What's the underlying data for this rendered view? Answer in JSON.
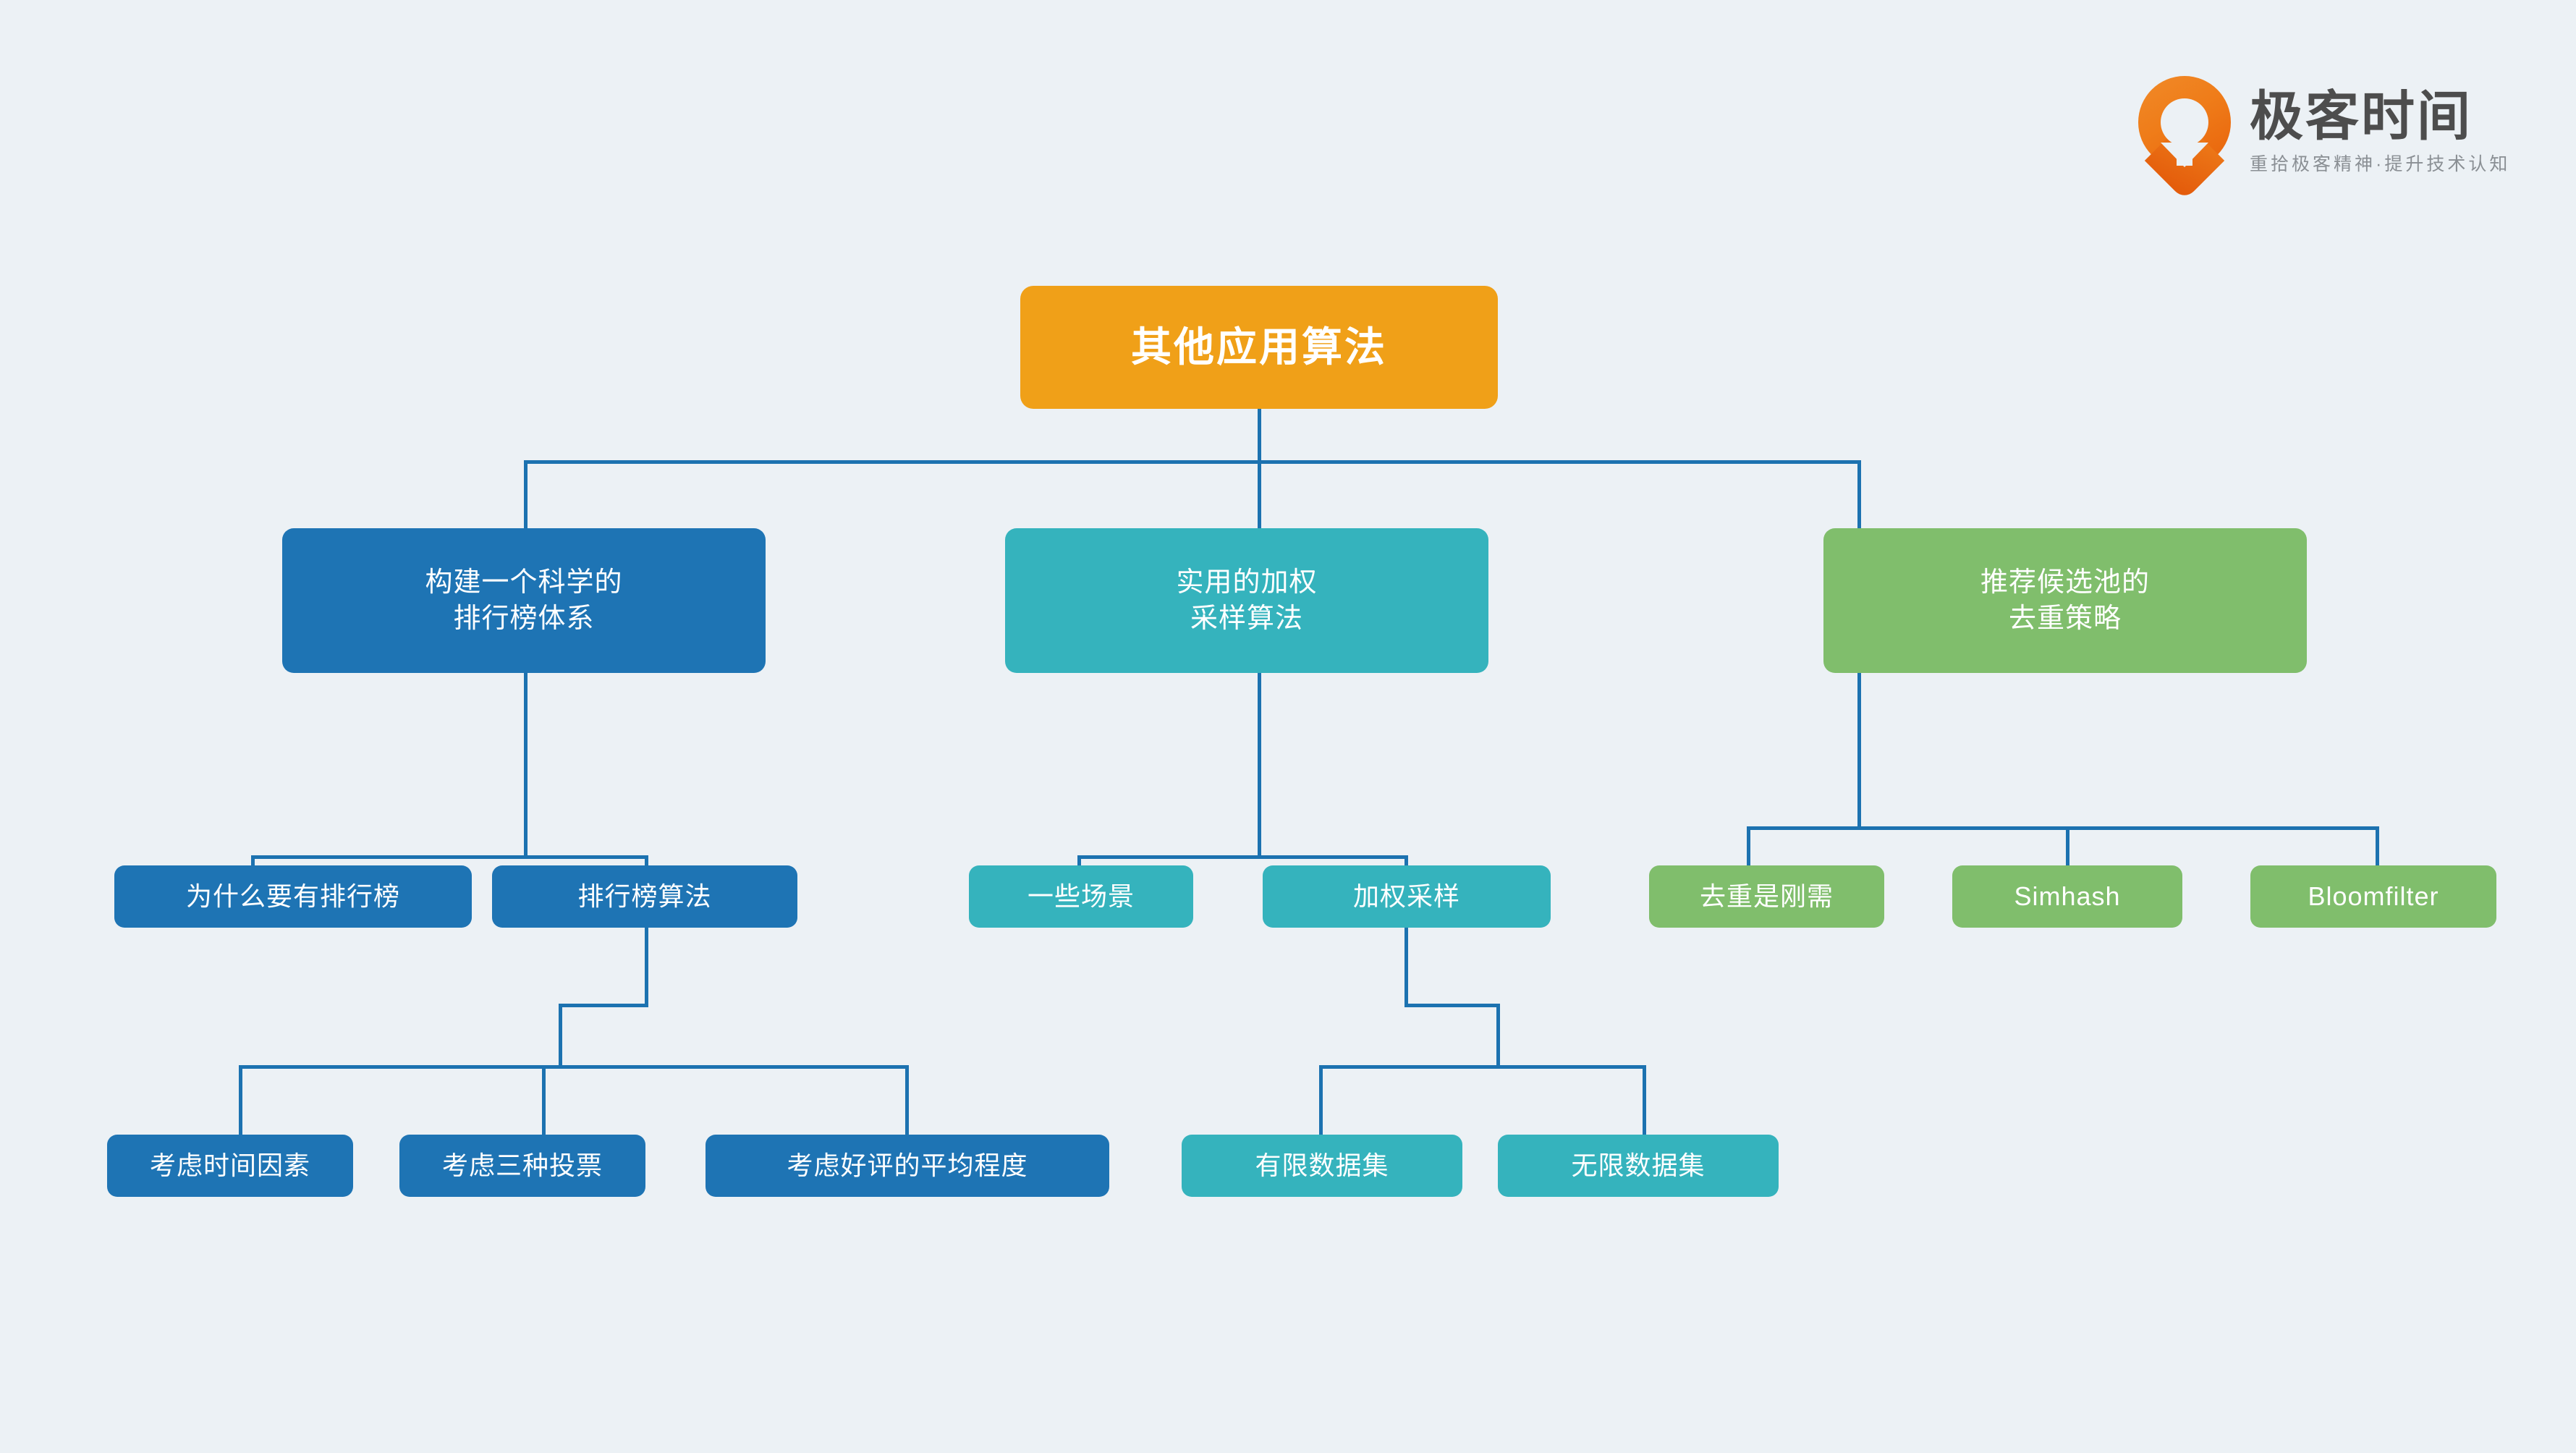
{
  "brand": {
    "logo_icon": "geekbang-pin-logo",
    "title": "极客时间",
    "tagline": "重拾极客精神·提升技术认知"
  },
  "colors": {
    "background": "#ECF1F5",
    "root": "#F0A018",
    "blue": "#1E74B4",
    "teal": "#35B3BD",
    "green": "#80BE6C",
    "connector": "#1C72B0",
    "node_text": "#FFFFFF"
  },
  "diagram": {
    "type": "tree",
    "root": {
      "label": "其他应用算法",
      "color": "#F0A018"
    },
    "branches": [
      {
        "label": "构建一个科学的\n排行榜体系",
        "line1": "构建一个科学的",
        "line2": "排行榜体系",
        "color": "#1E74B4",
        "children": [
          {
            "label": "为什么要有排行榜",
            "children": []
          },
          {
            "label": "排行榜算法",
            "children": [
              {
                "label": "考虑时间因素"
              },
              {
                "label": "考虑三种投票"
              },
              {
                "label": "考虑好评的平均程度"
              }
            ]
          }
        ]
      },
      {
        "label": "实用的加权\n采样算法",
        "line1": "实用的加权",
        "line2": "采样算法",
        "color": "#35B3BD",
        "children": [
          {
            "label": "一些场景",
            "children": []
          },
          {
            "label": "加权采样",
            "children": [
              {
                "label": "有限数据集"
              },
              {
                "label": "无限数据集"
              }
            ]
          }
        ]
      },
      {
        "label": "推荐候选池的\n去重策略",
        "line1": "推荐候选池的",
        "line2": "去重策略",
        "color": "#80BE6C",
        "children": [
          {
            "label": "去重是刚需",
            "children": []
          },
          {
            "label": "Simhash",
            "children": []
          },
          {
            "label": "Bloomfilter",
            "children": []
          }
        ]
      }
    ]
  }
}
